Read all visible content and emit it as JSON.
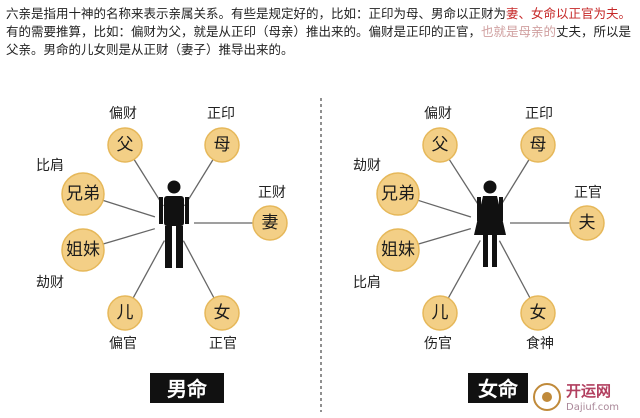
{
  "intro": {
    "parts": [
      {
        "text": "六亲是指用十神的名称来表示亲属关系。有些是规定好的，比如：正印为母、男命以正财为",
        "style": "normal"
      },
      {
        "text": "妻、女命以正官为夫。",
        "style": "red"
      },
      {
        "text": "有的需要推算，比如：偏财为父，就是从正印（母亲）推出来的。偏财是正印的正官，",
        "style": "normal"
      },
      {
        "text": "也就是母亲的",
        "style": "faint"
      },
      {
        "text": "丈夫，所以是父亲。男命的儿女则是从正财（妻子）推导出来的。",
        "style": "normal"
      }
    ]
  },
  "male": {
    "badge": "男命",
    "nodes": [
      {
        "id": "fu",
        "char": "父",
        "label": "偏财"
      },
      {
        "id": "mu",
        "char": "母",
        "label": "正印"
      },
      {
        "id": "xiongdi",
        "char": "兄弟",
        "label": "比肩"
      },
      {
        "id": "qi",
        "char": "妻",
        "label": "正财"
      },
      {
        "id": "jiemei",
        "char": "姐妹",
        "label": "劫财"
      },
      {
        "id": "er",
        "char": "儿",
        "label": "偏官"
      },
      {
        "id": "nv",
        "char": "女",
        "label": "正官"
      }
    ]
  },
  "female": {
    "badge": "女命",
    "nodes": [
      {
        "id": "fu",
        "char": "父",
        "label": "偏财"
      },
      {
        "id": "mu",
        "char": "母",
        "label": "正印"
      },
      {
        "id": "xiongdi",
        "char": "兄弟",
        "label": "劫财"
      },
      {
        "id": "fu2",
        "char": "夫",
        "label": "正官"
      },
      {
        "id": "jiemei",
        "char": "姐妹",
        "label": "比肩"
      },
      {
        "id": "er",
        "char": "儿",
        "label": "伤官"
      },
      {
        "id": "nv",
        "char": "女",
        "label": "食神"
      }
    ]
  },
  "watermark": {
    "brand": "开运网",
    "url": "Dajiuf.com"
  },
  "colors": {
    "node_fill": "#f3cf86",
    "badge_bg": "#111111",
    "divider": "#555555"
  }
}
